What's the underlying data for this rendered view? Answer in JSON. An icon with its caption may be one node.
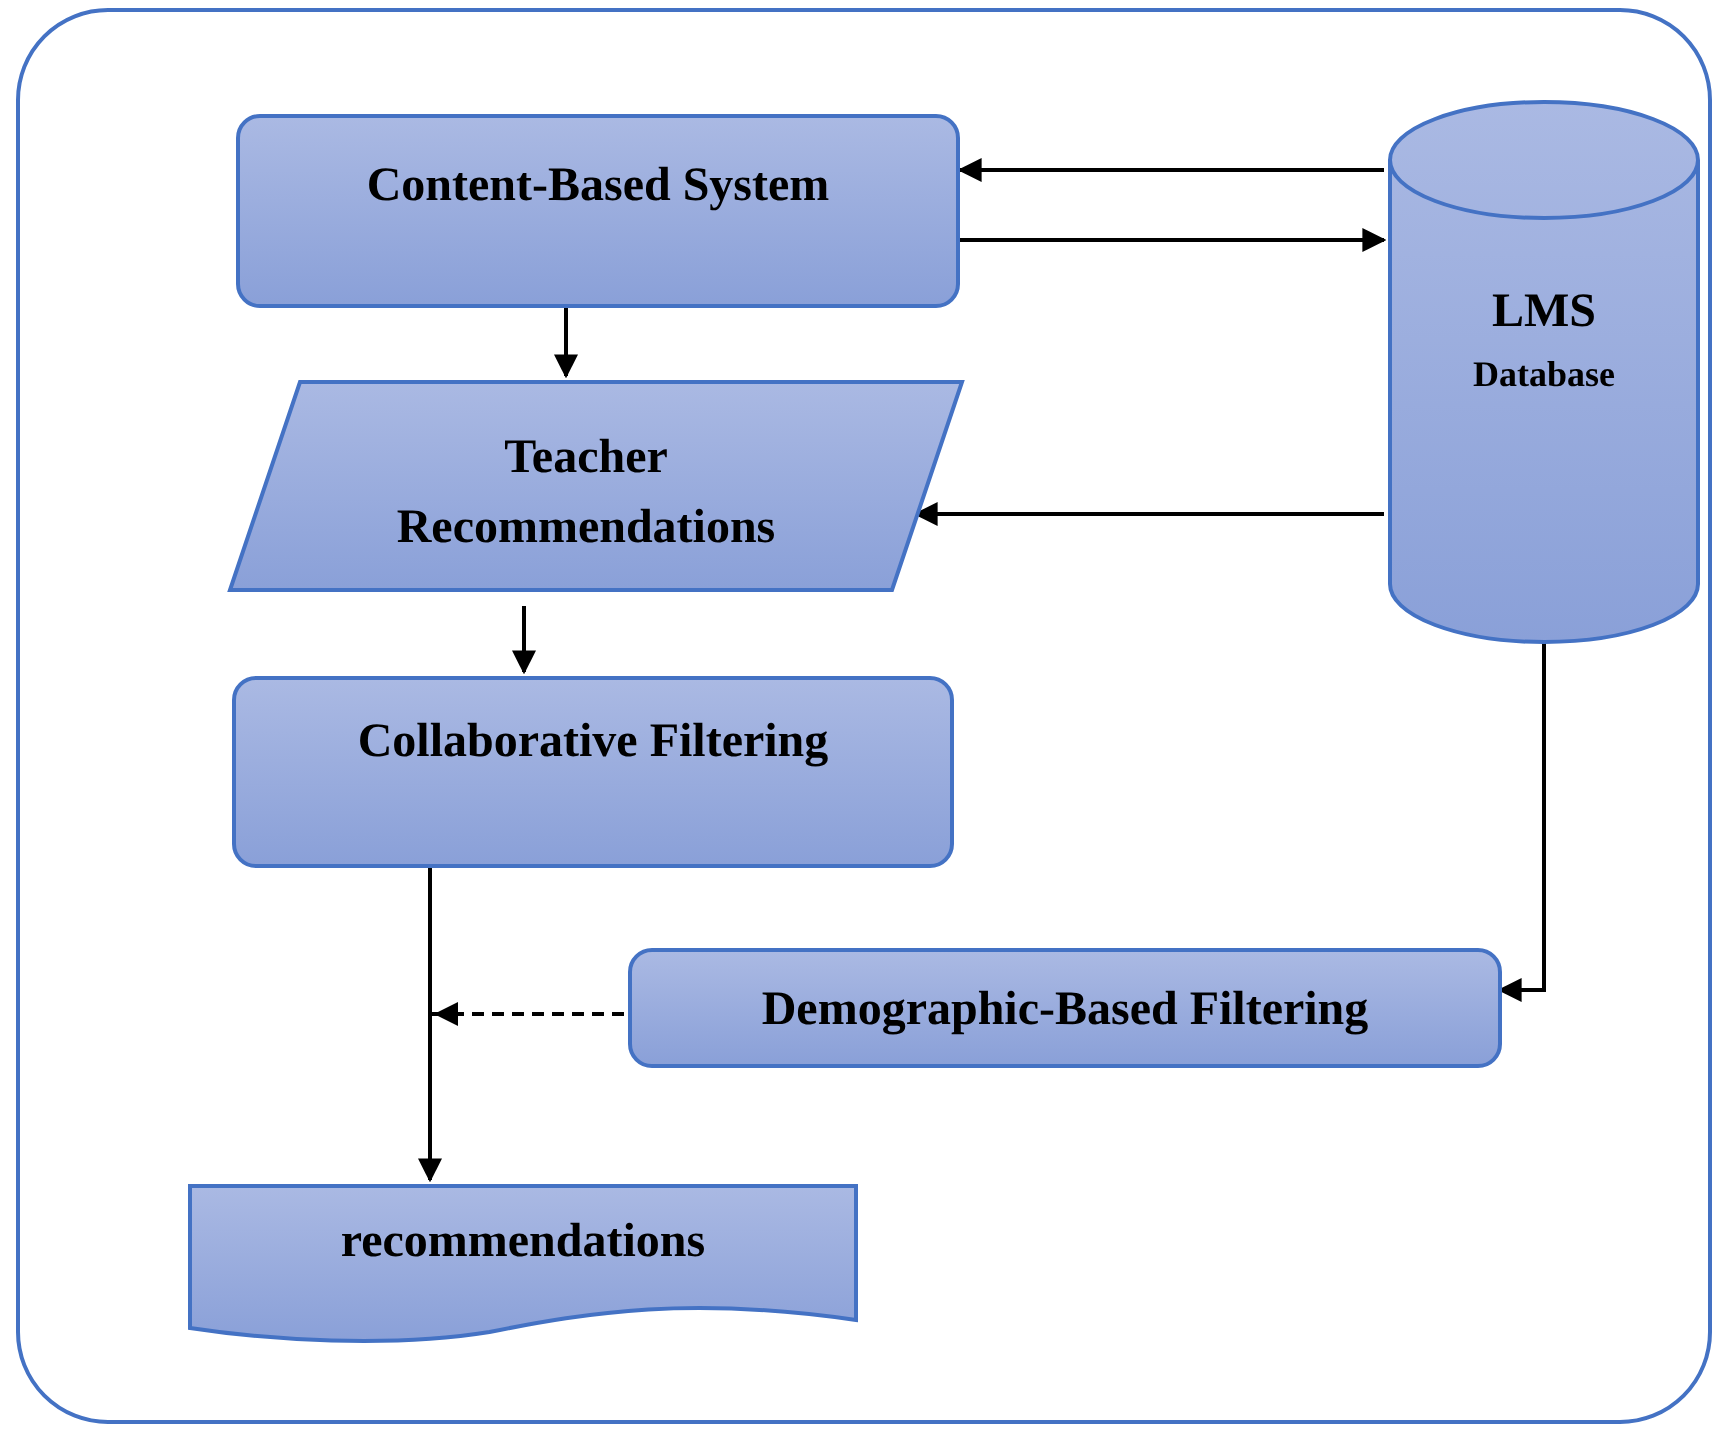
{
  "diagram": {
    "nodes": [
      {
        "text": [],
        "shape": "box"
      },
      {
        "text": [
          "Content-Based System"
        ],
        "in": 0
      },
      {
        "text": [
          "Teacher Recommendations"
        ],
        "in": 0
      },
      {
        "text": [
          "Collaborative Filtering"
        ],
        "in": 0
      },
      {
        "text": [
          "LMS",
          "Database"
        ],
        "in": 0
      },
      {
        "text": [
          "Demographic-Based Filtering"
        ],
        "in": 0
      },
      {
        "text": [
          "recommendations"
        ],
        "in": 0
      }
    ],
    "edges": [
      {
        "from": 4,
        "to": 1,
        "arrow": "to"
      },
      {
        "from": 1,
        "to": 4,
        "arrow": "to"
      },
      {
        "from": 1,
        "to": 2,
        "arrow": "to"
      },
      {
        "from": 4,
        "to": 2,
        "arrow": "to"
      },
      {
        "from": 2,
        "to": 3,
        "arrow": "to"
      },
      {
        "from": 3,
        "to": 6,
        "arrow": "to"
      },
      {
        "from": 4,
        "to": 5,
        "arrow": "to"
      },
      {
        "from": 5,
        "to": 6,
        "arrow": "to",
        "style": "dashed"
      }
    ]
  }
}
